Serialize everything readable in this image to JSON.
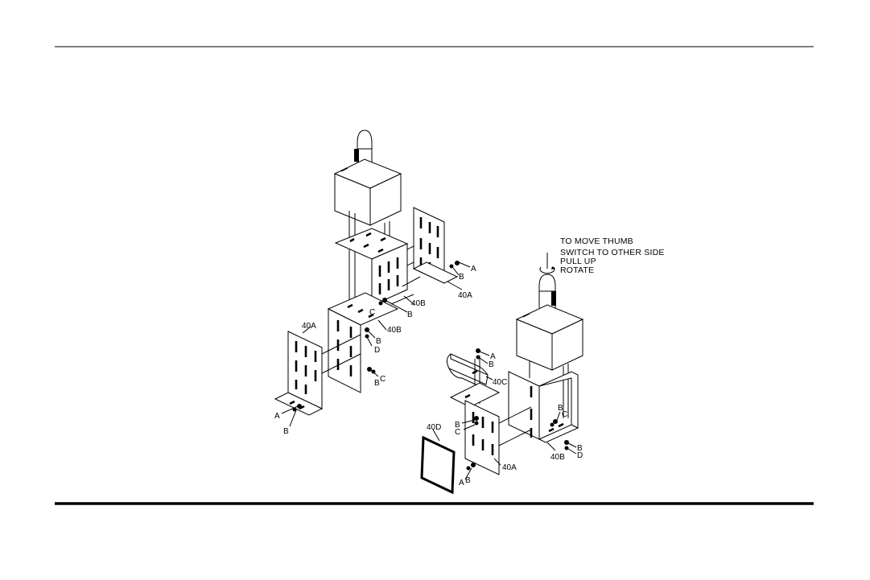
{
  "note": {
    "lines": [
      "TO MOVE THUMB",
      "SWITCH TO OTHER SIDE",
      "PULL UP",
      "ROTATE"
    ]
  },
  "left_assembly": {
    "bracket_labels": {
      "upper_40A": "40A",
      "upper_40B": "40B",
      "lower_40B": "40B",
      "lower_40A": "40A"
    },
    "callouts": {
      "upper_A": "A",
      "upper_B": "B",
      "mid_B": "B",
      "mid_C": "C",
      "center_B": "B",
      "center_D": "D",
      "side_B": "B",
      "side_C": "C",
      "foot_A": "A",
      "foot_B": "B"
    }
  },
  "right_assembly": {
    "bracket_labels": {
      "part_40C": "40C",
      "part_40D": "40D",
      "part_40A": "40A",
      "part_40B": "40B"
    },
    "callouts": {
      "top_A": "A",
      "top_B": "B",
      "left_B": "B",
      "left_C": "C",
      "right_B": "B",
      "right_C": "C",
      "rbot_B": "B",
      "rbot_D": "D",
      "bot_A": "A",
      "bot_B": "B"
    }
  }
}
